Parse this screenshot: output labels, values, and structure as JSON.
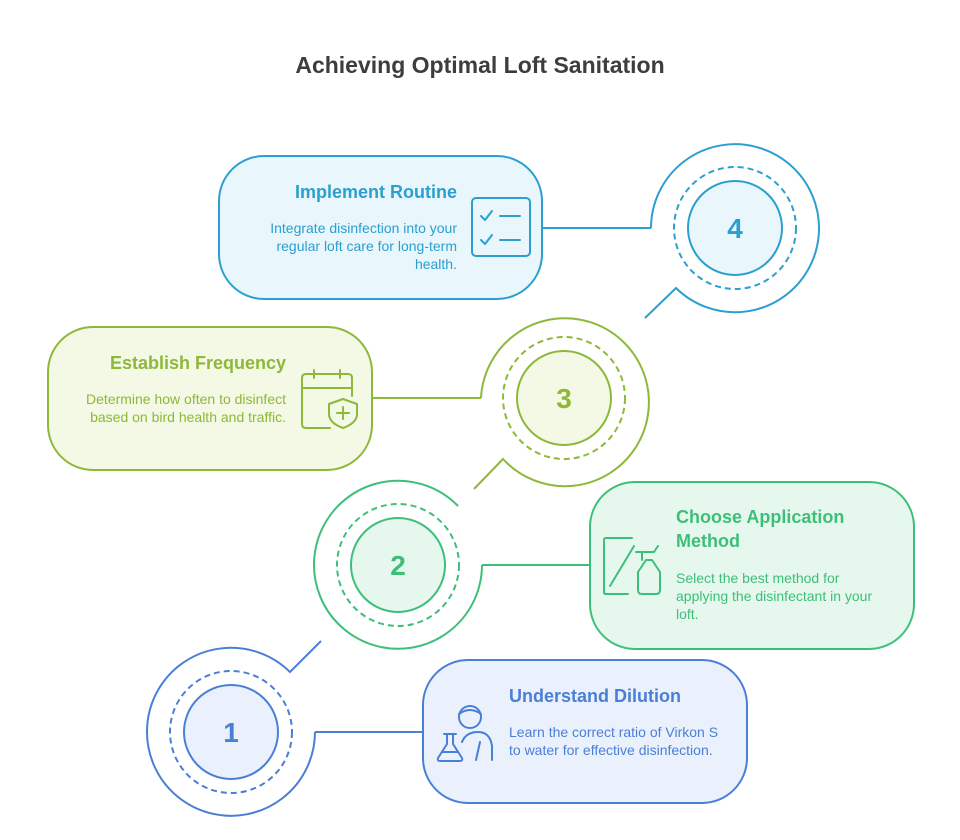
{
  "title": "Achieving Optimal Loft Sanitation",
  "steps": [
    {
      "number": "1",
      "title": "Understand Dilution",
      "description": "Learn the correct ratio of Virkon S to water for effective disinfection.",
      "icon": "scientist-flask-icon",
      "color": "#4a7fd6"
    },
    {
      "number": "2",
      "title": "Choose Application Method",
      "description": "Select the best method for applying the disinfectant in your loft.",
      "icon": "spray-bottle-icon",
      "color": "#3dbf7a"
    },
    {
      "number": "3",
      "title": "Establish Frequency",
      "description": "Determine how often to disinfect based on bird health and traffic.",
      "icon": "calendar-shield-icon",
      "color": "#8db83a"
    },
    {
      "number": "4",
      "title": "Implement Routine",
      "description": "Integrate disinfection into your regular loft care for long-term health.",
      "icon": "checklist-icon",
      "color": "#2a9fd0"
    }
  ]
}
